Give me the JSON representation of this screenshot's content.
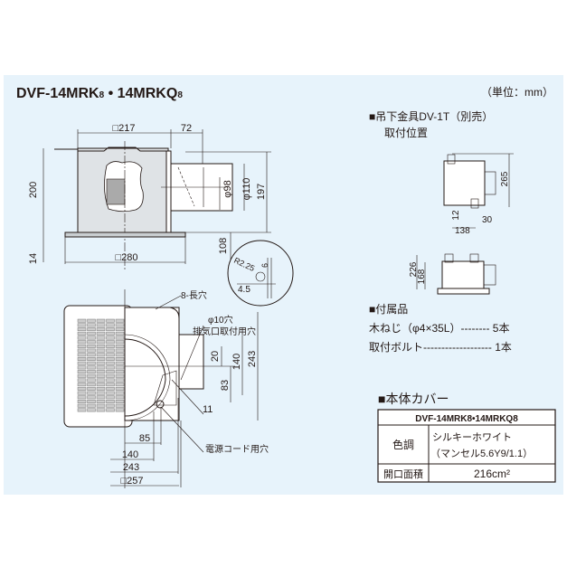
{
  "title": {
    "model_a": "DVF-14MRK",
    "sub_a": "8",
    "sep": " • ",
    "model_b": "14MRKQ",
    "sub_b": "8"
  },
  "unit": "（単位：mm）",
  "side_view": {
    "dims": [
      "□217",
      "72",
      "200",
      "14",
      "φ98",
      "φ110",
      "197",
      "108",
      "□280"
    ]
  },
  "detail": {
    "dims": [
      "R2.25",
      "6",
      "4.5"
    ]
  },
  "bottom_view": {
    "labels": [
      "8-長穴",
      "φ10穴",
      "排気口取付用穴",
      "電源コード用穴"
    ],
    "dims": [
      "20",
      "140",
      "243",
      "83",
      "11",
      "85",
      "140",
      "243",
      "□257"
    ]
  },
  "hanger": {
    "heading": "■吊下金具DV-1T（別売）",
    "subheading": "取付位置",
    "dims": [
      "265",
      "12",
      "30",
      "138",
      "226",
      "168"
    ]
  },
  "accessories": {
    "heading": "■付属品",
    "items": [
      "木ねじ（φ4×35L）-------- 5本",
      "取付ボルト------------------- 1本"
    ]
  },
  "cover": {
    "heading": "■本体カバー",
    "table_header": "DVF-14MRK8•14MRKQ8",
    "rows": [
      {
        "label": "色調",
        "value_line1": "シルキーホワイト",
        "value_line2": "（マンセル5.6Y9/1.1）"
      },
      {
        "label": "開口面積",
        "value": "216cm²"
      }
    ]
  },
  "colors": {
    "panel_bg": "#e7f3fb",
    "line": "#231815"
  }
}
